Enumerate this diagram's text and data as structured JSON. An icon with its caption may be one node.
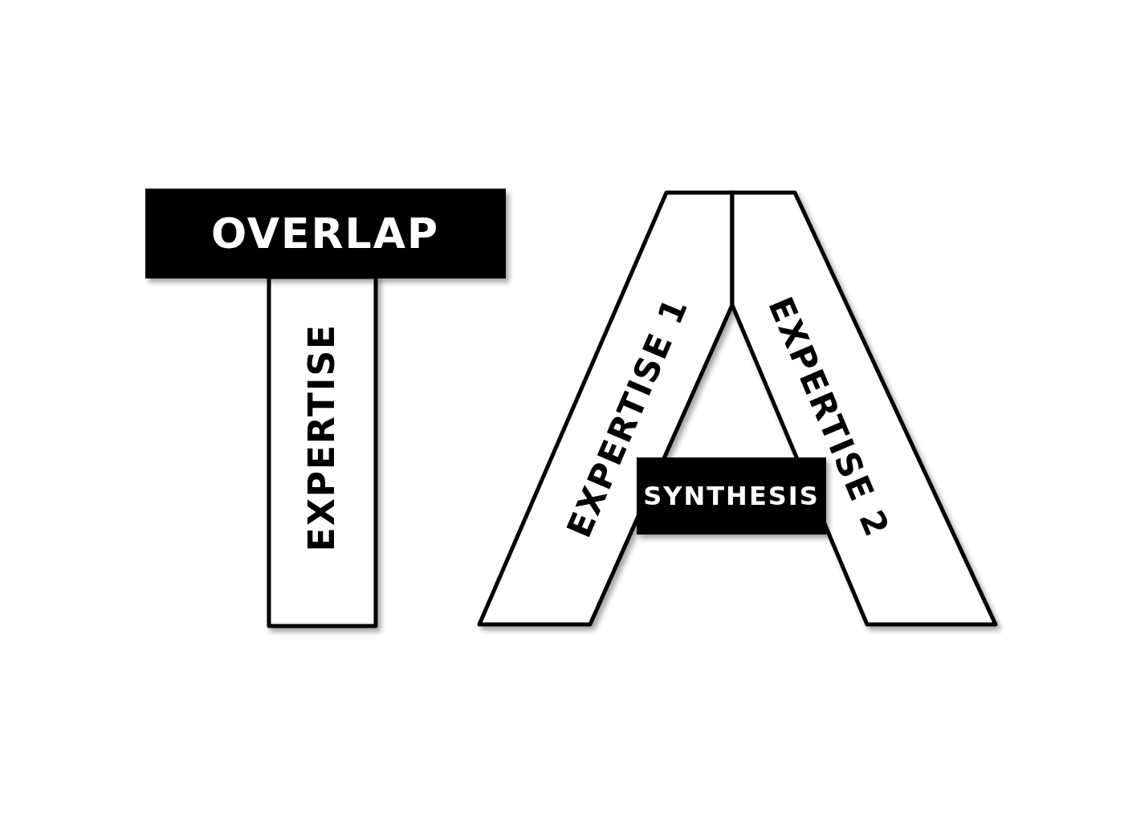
{
  "diagram": {
    "nodes": [
      {
        "text": [
          "OVERLAP"
        ]
      },
      {
        "text": [
          "EXPERTISE"
        ]
      },
      {
        "text": [
          "EXPERTISE 1"
        ]
      },
      {
        "text": [
          "EXPERTISE 2"
        ]
      },
      {
        "text": [
          "SYNTHESIS"
        ]
      }
    ]
  }
}
